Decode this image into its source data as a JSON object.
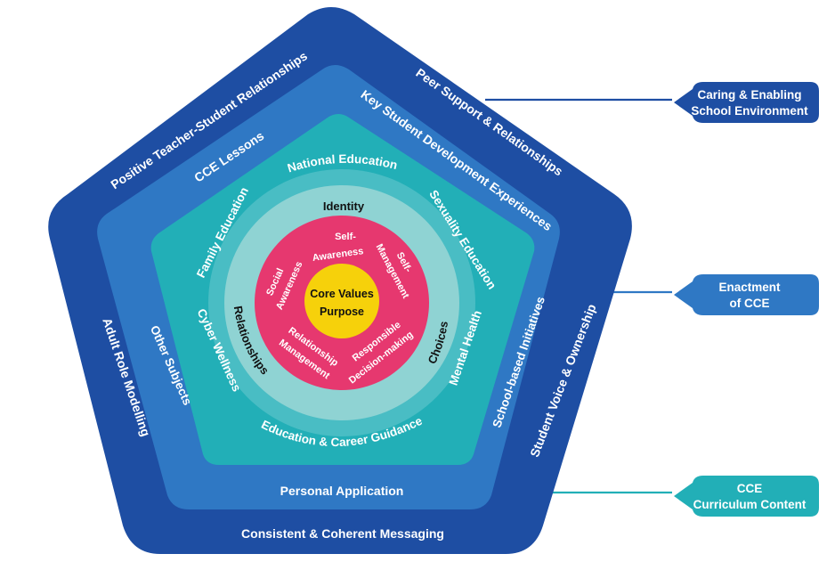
{
  "colors": {
    "outer": "#1e4ea3",
    "middle": "#2f78c4",
    "inner": "#22afb7",
    "ring_light": "#8fd3d3",
    "ring_pink": "#e6386f",
    "core": "#f6d10b",
    "connector_blue": "#1e4ea3",
    "connector_teal": "#22afb7"
  },
  "outer_layer": {
    "top_left": "Positive Teacher-Student Relationships",
    "top_right": "Peer Support & Relationships",
    "right": "Student Voice & Ownership",
    "bottom": "Consistent & Coherent Messaging",
    "left": "Adult Role Modelling"
  },
  "middle_layer": {
    "top_left": "CCE Lessons",
    "top_right": "Key Student Development Experiences",
    "right": "School-based Initiatives",
    "bottom": "Personal Application",
    "left": "Other Subjects"
  },
  "inner_layer": {
    "top": "National Education",
    "top_right": "Sexuality Education",
    "right": "Mental Health",
    "bottom": "Education & Career Guidance",
    "left": "Cyber Wellness",
    "top_left": "Family Education"
  },
  "light_ring": {
    "top": "Identity",
    "left": "Relationships",
    "right": "Choices"
  },
  "pink_ring": {
    "self_awareness": [
      "Self-",
      "Awareness"
    ],
    "self_management": [
      "Self-",
      "Management"
    ],
    "responsible_decision": [
      "Responsible",
      "Decision-making"
    ],
    "relationship_management": [
      "Relationship",
      "Management"
    ],
    "social_awareness": [
      "Social",
      "Awareness"
    ]
  },
  "core": {
    "line1": "Core Values",
    "line2": "Purpose"
  },
  "tags": {
    "environment": [
      "Caring & Enabling",
      "School Environment"
    ],
    "enactment": [
      "Enactment",
      "of CCE"
    ],
    "curriculum": [
      "CCE",
      "Curriculum Content"
    ]
  }
}
